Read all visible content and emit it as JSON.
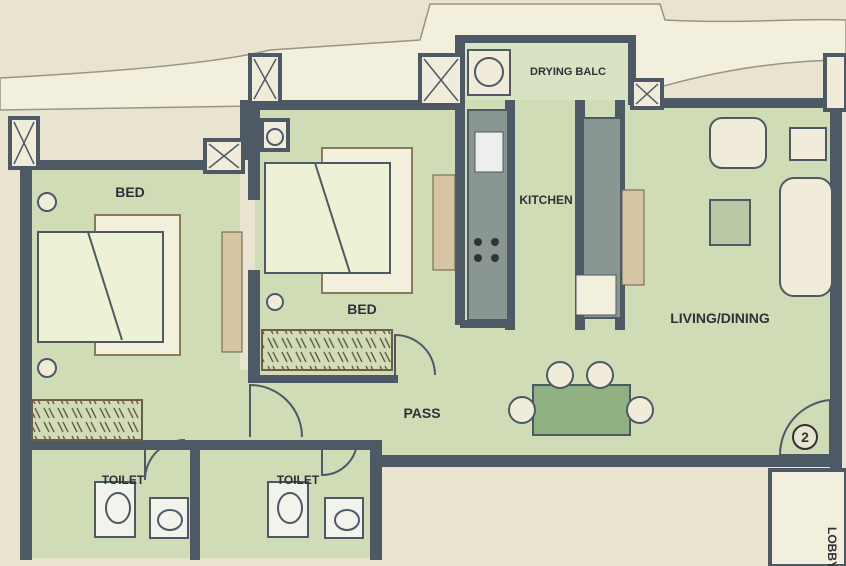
{
  "rooms": {
    "drying_balc": "DRYING BALC",
    "bed_left": "BED",
    "bed_middle": "BED",
    "kitchen": "KITCHEN",
    "living_dining": "LIVING/DINING",
    "pass": "PASS",
    "toilet_left": "TOILET",
    "toilet_right": "TOILET",
    "lobby": "LOBBY"
  },
  "unit_number": "2",
  "colors": {
    "wall": "#4d5a66",
    "floor": "#cfdcb6",
    "terrace": "#f1ecd9",
    "wardrobe": "#d7c4a3",
    "counter": "#8a9692",
    "background": "#e9e4cf"
  }
}
